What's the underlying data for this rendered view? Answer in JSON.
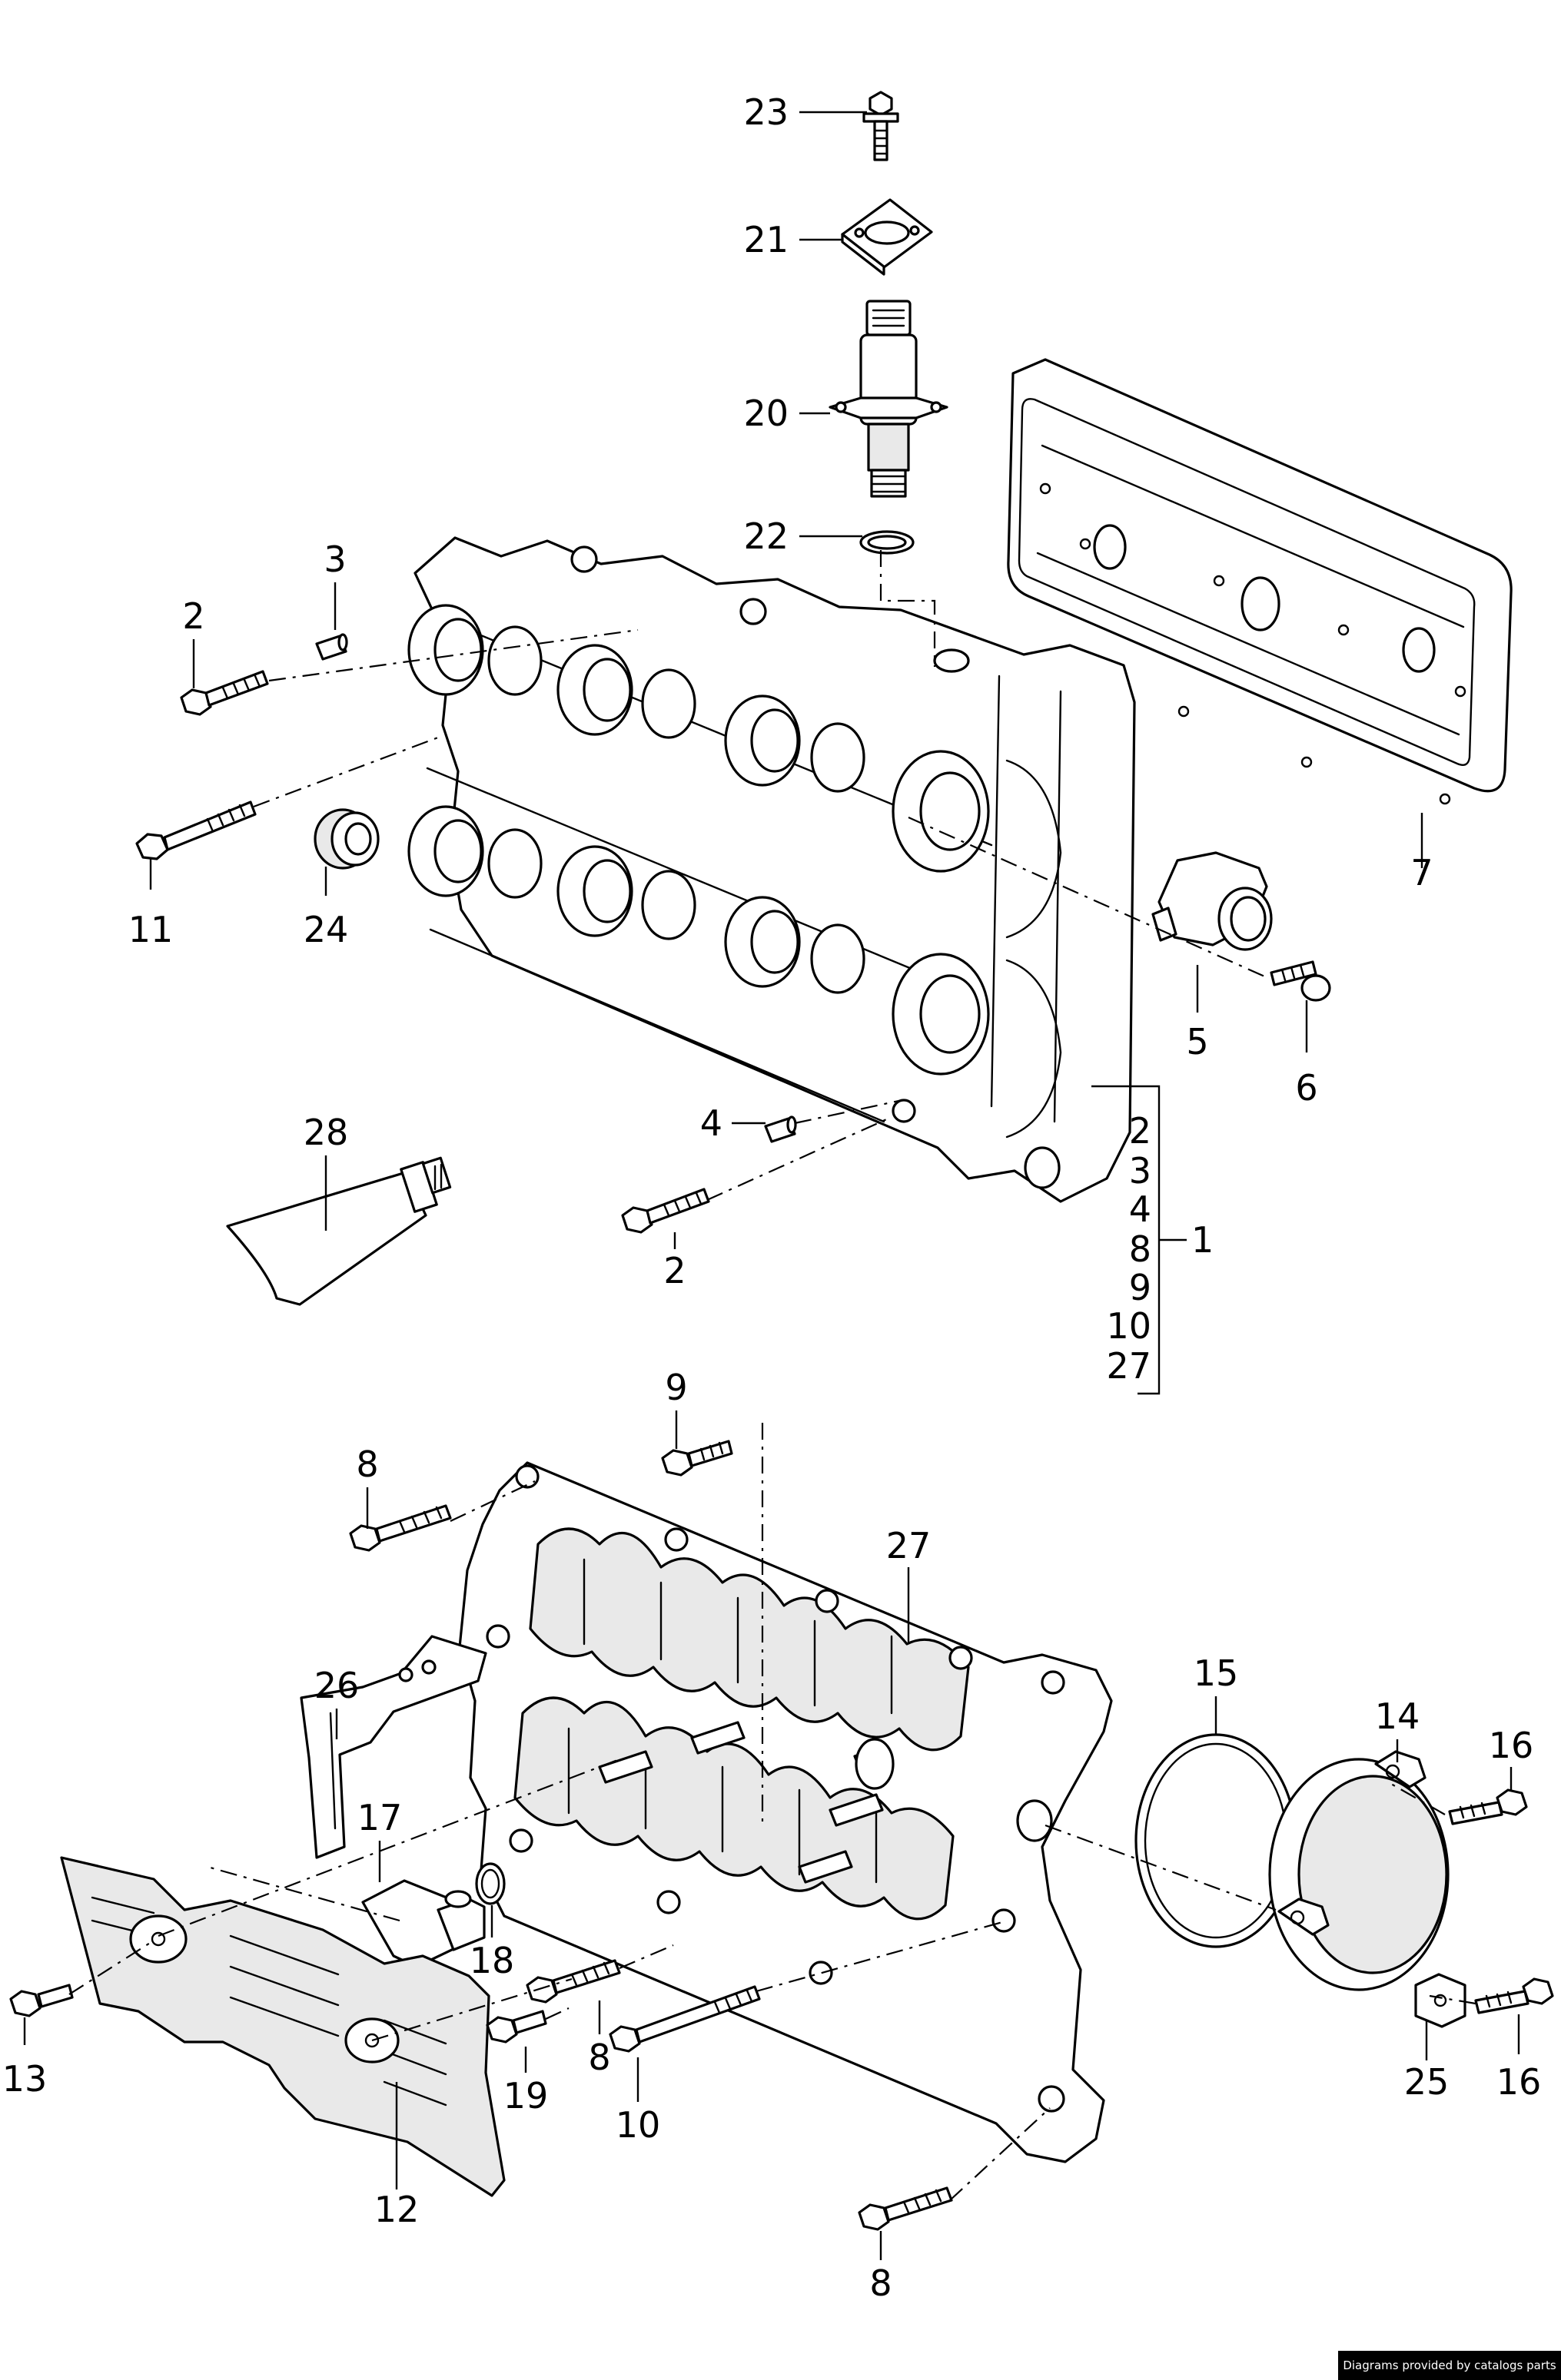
{
  "diagram": {
    "callouts": [
      {
        "id": "c23",
        "text": "23"
      },
      {
        "id": "c21",
        "text": "21"
      },
      {
        "id": "c20",
        "text": "20"
      },
      {
        "id": "c22",
        "text": "22"
      },
      {
        "id": "c3",
        "text": "3"
      },
      {
        "id": "c2a",
        "text": "2"
      },
      {
        "id": "c11",
        "text": "11"
      },
      {
        "id": "c24",
        "text": "24"
      },
      {
        "id": "c7",
        "text": "7"
      },
      {
        "id": "c5",
        "text": "5"
      },
      {
        "id": "c6",
        "text": "6"
      },
      {
        "id": "c4",
        "text": "4"
      },
      {
        "id": "c28",
        "text": "28"
      },
      {
        "id": "c2b",
        "text": "2"
      },
      {
        "id": "c9",
        "text": "9"
      },
      {
        "id": "c8a",
        "text": "8"
      },
      {
        "id": "c27",
        "text": "27"
      },
      {
        "id": "c26",
        "text": "26"
      },
      {
        "id": "c15",
        "text": "15"
      },
      {
        "id": "c14",
        "text": "14"
      },
      {
        "id": "c16a",
        "text": "16"
      },
      {
        "id": "c17",
        "text": "17"
      },
      {
        "id": "c18",
        "text": "18"
      },
      {
        "id": "c8b",
        "text": "8"
      },
      {
        "id": "c13",
        "text": "13"
      },
      {
        "id": "c19",
        "text": "19"
      },
      {
        "id": "c10",
        "text": "10"
      },
      {
        "id": "c12",
        "text": "12"
      },
      {
        "id": "c8c",
        "text": "8"
      },
      {
        "id": "c25",
        "text": "25"
      },
      {
        "id": "c16b",
        "text": "16"
      }
    ],
    "assembly_group": {
      "parent": "1",
      "members": [
        "2",
        "3",
        "4",
        "8",
        "9",
        "10",
        "27"
      ]
    }
  },
  "footer": {
    "credit": "Diagrams provided by catalogs parts"
  }
}
